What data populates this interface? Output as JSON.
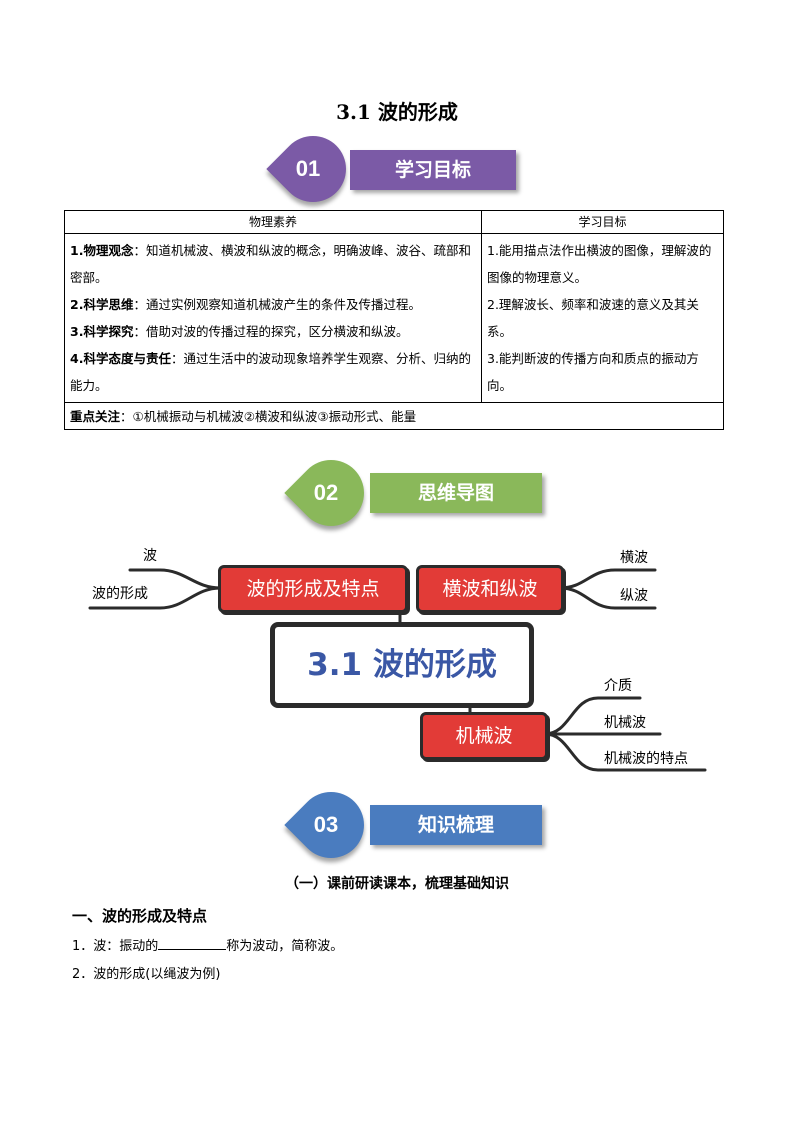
{
  "title": "3.1  波的形成",
  "sections": [
    {
      "num": "01",
      "label": "学习目标",
      "color": "#7b5aa6"
    },
    {
      "num": "02",
      "label": "思维导图",
      "color": "#8ab85a"
    },
    {
      "num": "03",
      "label": "知识梳理",
      "color": "#4a7cbf"
    }
  ],
  "goals_table": {
    "col1_header": "物理素养",
    "col2_header": "学习目标",
    "literacy": [
      {
        "key": "1.物理观念",
        "text": "：知道机械波、横波和纵波的概念，明确波峰、波谷、疏部和密部。"
      },
      {
        "key": "2.科学思维",
        "text": "：通过实例观察知道机械波产生的条件及传播过程。"
      },
      {
        "key": "3.科学探究",
        "text": "：借助对波的传播过程的探究，区分横波和纵波。"
      },
      {
        "key": "4.科学态度与责任",
        "text": "：通过生活中的波动现象培养学生观察、分析、归纳的能力。"
      }
    ],
    "objectives": [
      "1.能用描点法作出横波的图像，理解波的图像的物理意义。",
      "2.理解波长、频率和波速的意义及其关系。",
      "3.能判断波的传播方向和质点的振动方向。"
    ],
    "focus_key": "重点关注",
    "focus_text": "：①机械振动与机械波②横波和纵波③振动形式、能量"
  },
  "mindmap": {
    "center": "3.1 波的形成",
    "node_left": "波的形成及特点",
    "node_right": "横波和纵波",
    "node_bottom": "机械波",
    "leaves_left": [
      "波",
      "波的形成"
    ],
    "leaves_right": [
      "横波",
      "纵波"
    ],
    "leaves_bottom": [
      "介质",
      "机械波",
      "机械波的特点"
    ]
  },
  "subheading": "（一）课前研读课本，梳理基础知识",
  "section_one": "一、波的形成及特点",
  "item1_pre": "1．波：振动的",
  "item1_post": "称为波动，简称波。",
  "item2": "2．波的形成(以绳波为例)"
}
